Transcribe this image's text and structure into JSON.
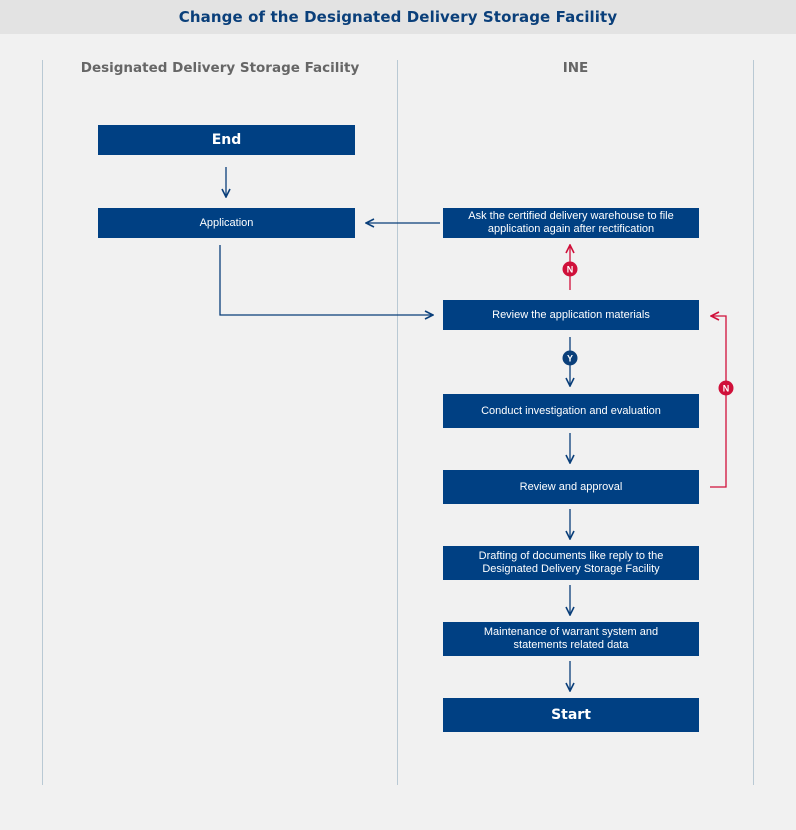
{
  "title": "Change of the Designated Delivery Storage Facility",
  "lanes": {
    "left": "Designated Delivery Storage Facility",
    "right": "INE"
  },
  "steps": {
    "end": "End",
    "application": "Application",
    "ask_again": "Ask the certified delivery warehouse to file application again after rectification",
    "review_materials": "Review the application materials",
    "investigation": "Conduct investigation and evaluation",
    "review_approval": "Review and approval",
    "drafting": "Drafting of documents like reply to the Designated Delivery Storage Facility",
    "maintenance": "Maintenance of warrant system and statements related data",
    "start": "Start"
  },
  "decisions": {
    "yes": "Y",
    "no": "N"
  },
  "colors": {
    "box": "#004083",
    "flow_arrow": "#0a3f7a",
    "reject_arrow": "#d0103a",
    "title": "#0a3f7a",
    "lane_text": "#666666"
  }
}
